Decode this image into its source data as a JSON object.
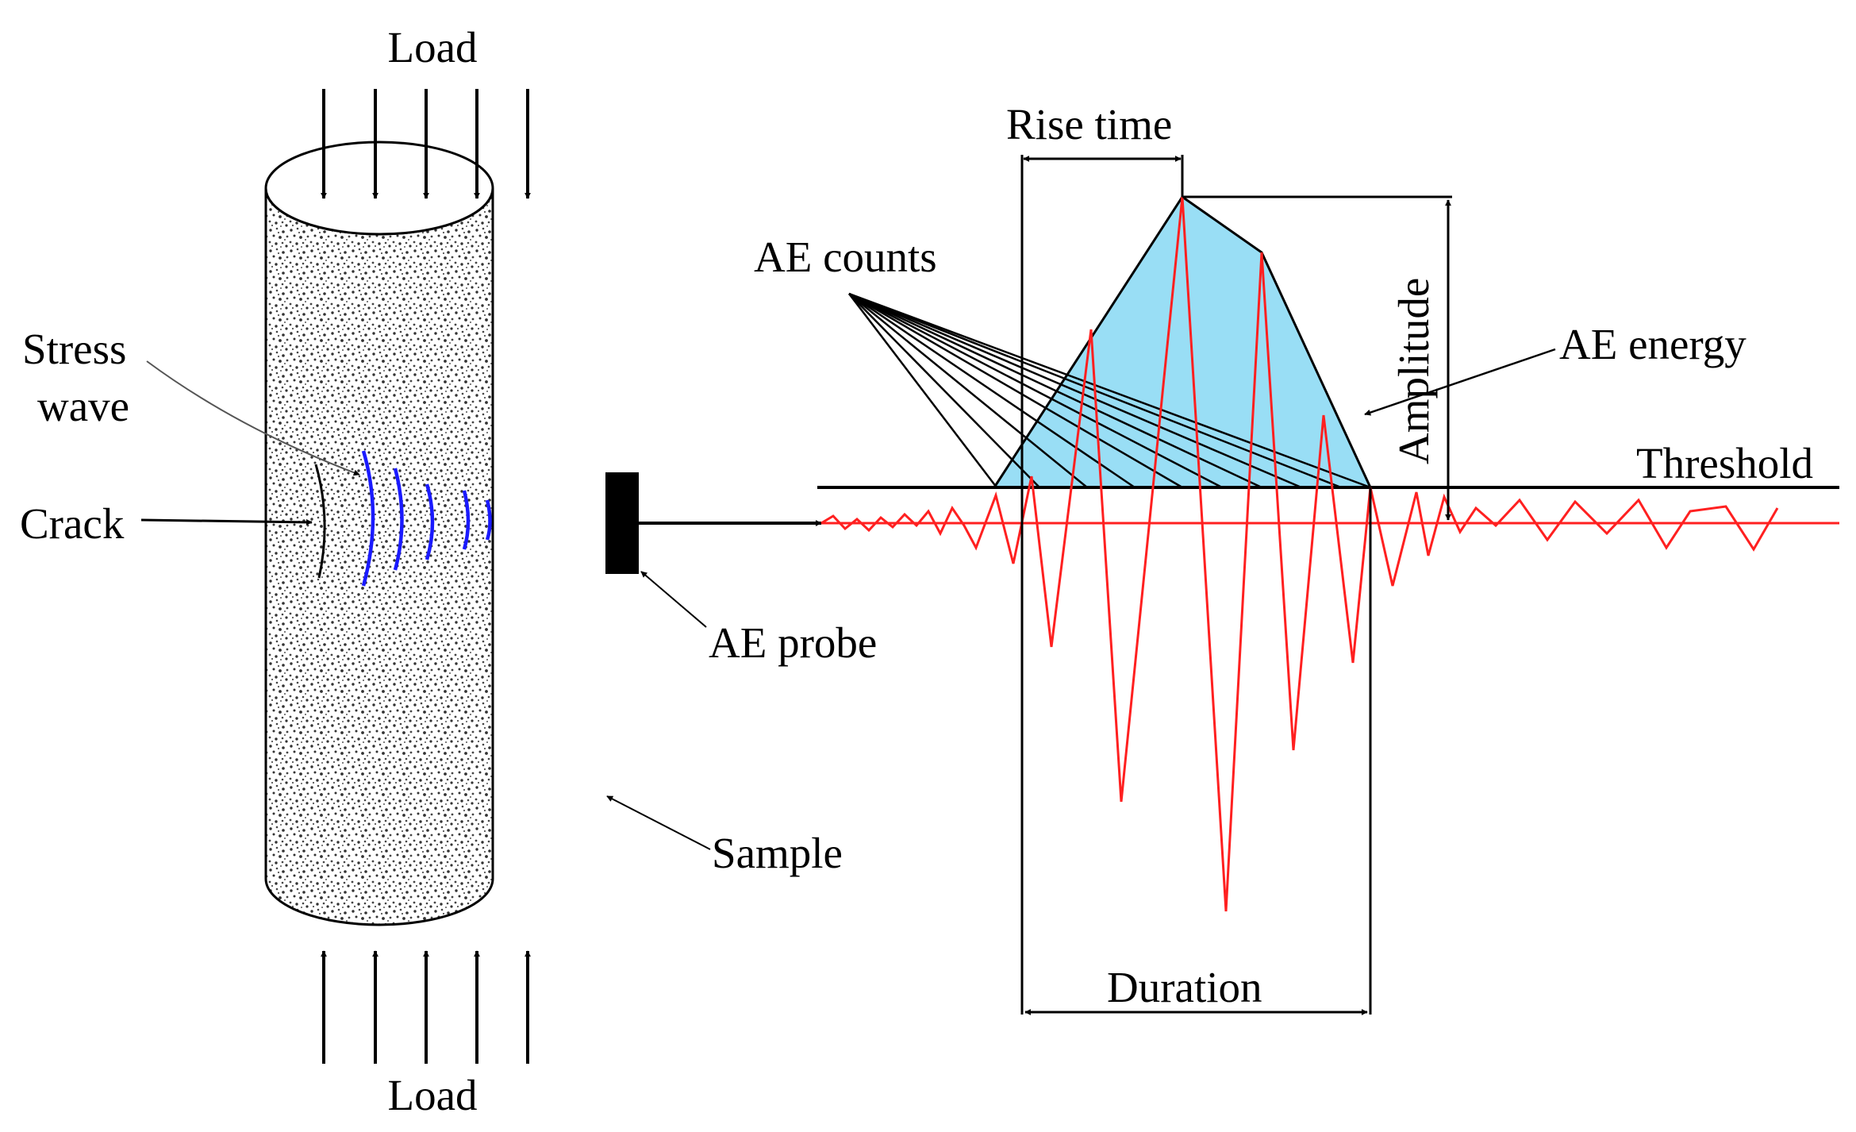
{
  "labels": {
    "load_top": "Load",
    "load_bottom": "Load",
    "stress_wave_line1": "Stress",
    "stress_wave_line2": "wave",
    "crack": "Crack",
    "ae_probe": "AE probe",
    "sample": "Sample",
    "rise_time": "Rise time",
    "ae_counts": "AE counts",
    "amplitude": "Amplitude",
    "ae_energy": "AE energy",
    "threshold": "Threshold",
    "duration": "Duration"
  },
  "colors": {
    "ink": "#000000",
    "signal": "#ff2020",
    "energy_fill": "#99def5",
    "stress_wave": "#1a1aff",
    "leader": "#555555"
  }
}
